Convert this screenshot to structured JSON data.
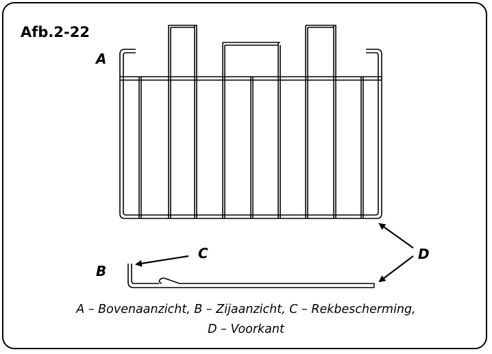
{
  "figure": {
    "title": "Afb.2-22",
    "labels": {
      "a": "A",
      "b": "B",
      "c": "C",
      "d": "D"
    },
    "caption": {
      "line1": "A – Bovenaanzicht,  B – Zijaanzicht,  C – Rekbescherming,",
      "line2": "D – Voorkant"
    }
  }
}
